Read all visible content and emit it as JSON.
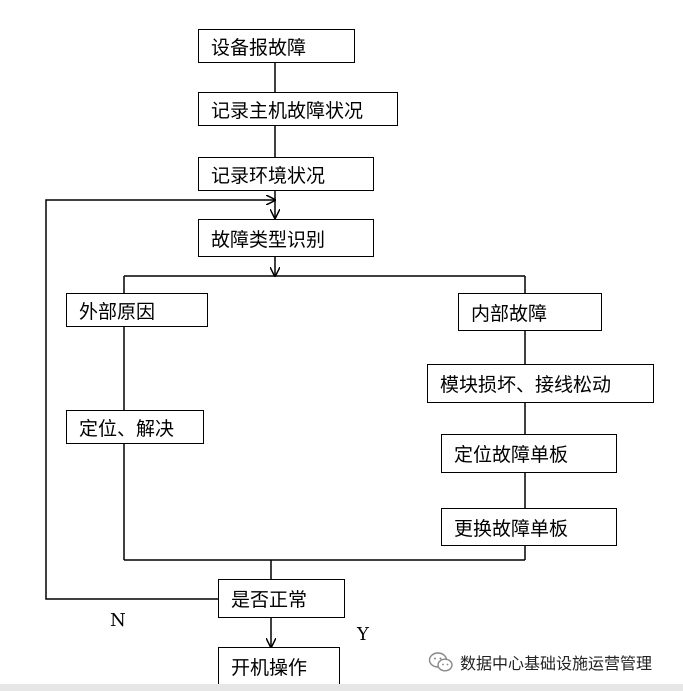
{
  "nodes": {
    "report": "设备报故障",
    "record_host": "记录主机故障状况",
    "record_env": "记录环境状况",
    "identify": "故障类型识别",
    "external": "外部原因",
    "internal": "内部故障",
    "locate_resolve": "定位、解决",
    "module_damage": "模块损坏、接线松动",
    "locate_board": "定位故障单板",
    "replace_board": "更换故障单板",
    "is_normal": "是否正常",
    "power_on": "开机操作"
  },
  "branch_labels": {
    "no": "N",
    "yes": "Y"
  },
  "watermark": {
    "text": "数据中心基础设施运营管理",
    "icon": "wechat-icon"
  }
}
